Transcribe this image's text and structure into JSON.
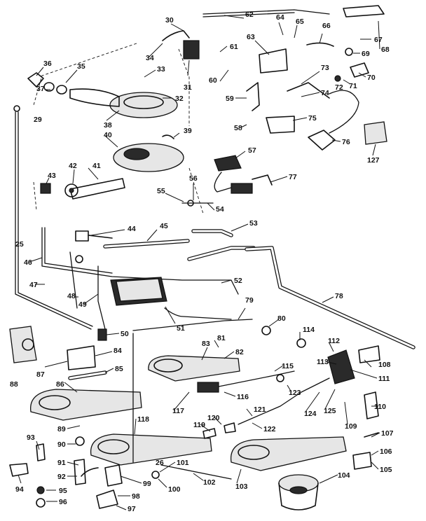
{
  "diagram": {
    "callouts": [
      "25",
      "26",
      "29",
      "30",
      "31",
      "32",
      "33",
      "34",
      "35",
      "36",
      "37",
      "38",
      "39",
      "40",
      "41",
      "42",
      "43",
      "44",
      "45",
      "46",
      "47",
      "48",
      "49",
      "50",
      "51",
      "52",
      "53",
      "54",
      "55",
      "56",
      "57",
      "58",
      "59",
      "60",
      "61",
      "62",
      "63",
      "64",
      "65",
      "66",
      "67",
      "68",
      "69",
      "70",
      "71",
      "72",
      "73",
      "74",
      "75",
      "76",
      "77",
      "78",
      "79",
      "80",
      "81",
      "82",
      "83",
      "84",
      "85",
      "86",
      "87",
      "88",
      "89",
      "90",
      "91",
      "92",
      "93",
      "94",
      "95",
      "96",
      "97",
      "98",
      "99",
      "100",
      "101",
      "102",
      "103",
      "104",
      "105",
      "106",
      "107",
      "108",
      "109",
      "110",
      "111",
      "112",
      "113",
      "114",
      "115",
      "116",
      "117",
      "118",
      "119",
      "120",
      "121",
      "122",
      "123",
      "124",
      "125",
      "127"
    ]
  }
}
